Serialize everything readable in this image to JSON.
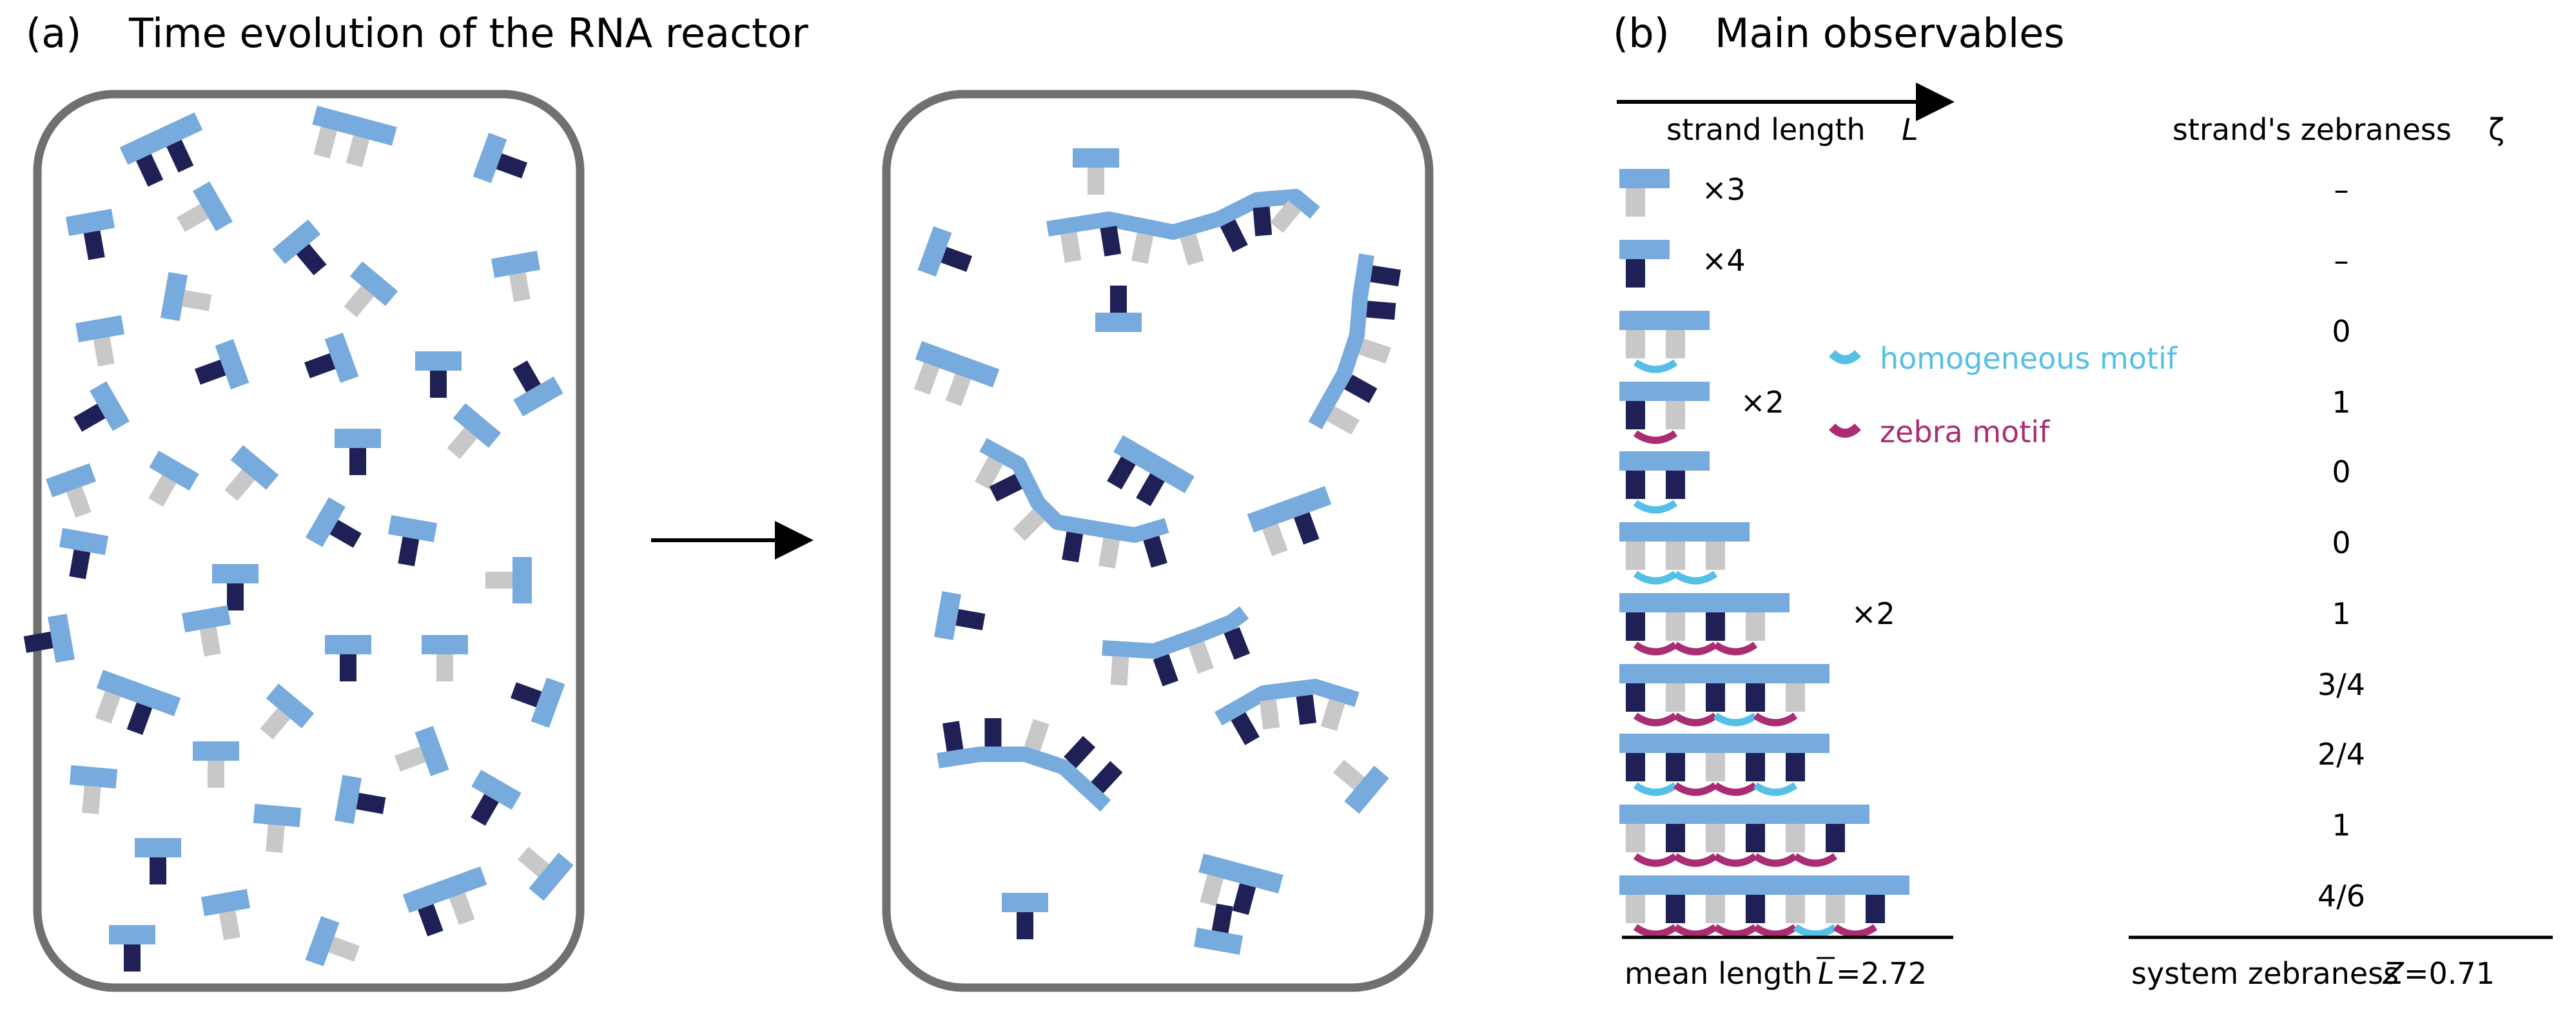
{
  "panel_a": {
    "label": "(a)",
    "title": "Time evolution of the RNA reactor"
  },
  "panel_b": {
    "label": "(b)",
    "title": "Main observables",
    "length_header": "strand length",
    "length_symbol": "L",
    "zebra_header": "strand's zebraness",
    "zebra_symbol": "ζ",
    "legend": {
      "homogeneous": "homogeneous motif",
      "zebra": "zebra motif"
    },
    "rows": [
      {
        "bases": [
          "l"
        ],
        "multiplier": "×3",
        "zebraness": "–"
      },
      {
        "bases": [
          "d"
        ],
        "multiplier": "×4",
        "zebraness": "–"
      },
      {
        "bases": [
          "l",
          "l"
        ],
        "multiplier": "",
        "zebraness": "0"
      },
      {
        "bases": [
          "d",
          "l"
        ],
        "multiplier": "×2",
        "zebraness": "1"
      },
      {
        "bases": [
          "d",
          "d"
        ],
        "multiplier": "",
        "zebraness": "0"
      },
      {
        "bases": [
          "l",
          "l",
          "l"
        ],
        "multiplier": "",
        "zebraness": "0"
      },
      {
        "bases": [
          "d",
          "l",
          "d",
          "l"
        ],
        "multiplier": "×2",
        "zebraness": "1"
      },
      {
        "bases": [
          "d",
          "l",
          "d",
          "d",
          "l"
        ],
        "multiplier": "",
        "zebraness": "3/4"
      },
      {
        "bases": [
          "d",
          "d",
          "l",
          "d",
          "d"
        ],
        "multiplier": "",
        "zebraness": "2/4"
      },
      {
        "bases": [
          "l",
          "d",
          "l",
          "d",
          "l",
          "d"
        ],
        "multiplier": "",
        "zebraness": "1"
      },
      {
        "bases": [
          "l",
          "d",
          "l",
          "d",
          "l",
          "l",
          "d"
        ],
        "multiplier": "",
        "zebraness": "4/6"
      }
    ],
    "mean_length_label": "mean length",
    "mean_length_symbol": "L",
    "mean_length_value": "=2.72",
    "system_zebraness_label": "system zebraness",
    "system_zebraness_symbol": "Z",
    "system_zebraness_value": "=0.71"
  },
  "colors": {
    "backbone": "#77aadd",
    "base_dark": "#1f2156",
    "base_light": "#c8c8c8",
    "homogeneous_motif": "#55bfe6",
    "zebra_motif": "#aa2d73",
    "reactor_border": "#707070"
  }
}
